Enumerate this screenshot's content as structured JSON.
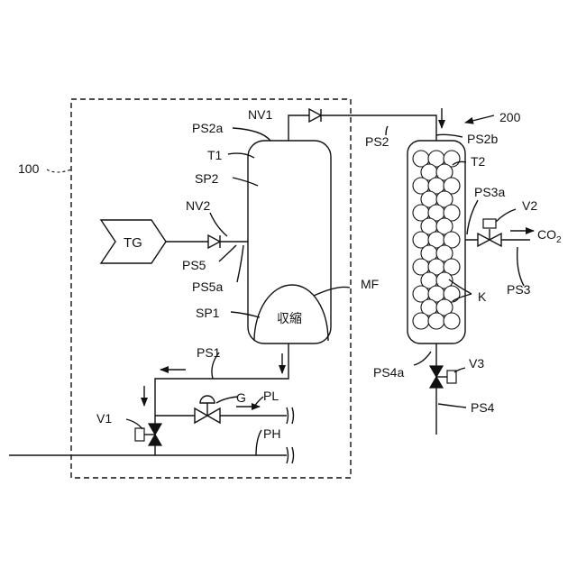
{
  "labels": {
    "nv1": "NV1",
    "ps2a": "PS2a",
    "t1": "T1",
    "sp2": "SP2",
    "nv2": "NV2",
    "tg": "TG",
    "ps5": "PS5",
    "ps5a": "PS5a",
    "sp1": "SP1",
    "mf": "MF",
    "shrink": "収縮",
    "ps1": "PS1",
    "g": "G",
    "pl": "PL",
    "v1": "V1",
    "ph": "PH",
    "ref100": "100",
    "ref200": "200",
    "ps2": "PS2",
    "ps2b": "PS2b",
    "t2": "T2",
    "ps3a": "PS3a",
    "v2": "V2",
    "co2": "CO",
    "co2_sub": "2",
    "ps3": "PS3",
    "k": "K",
    "ps4a": "PS4a",
    "v3": "V3",
    "ps4": "PS4"
  }
}
